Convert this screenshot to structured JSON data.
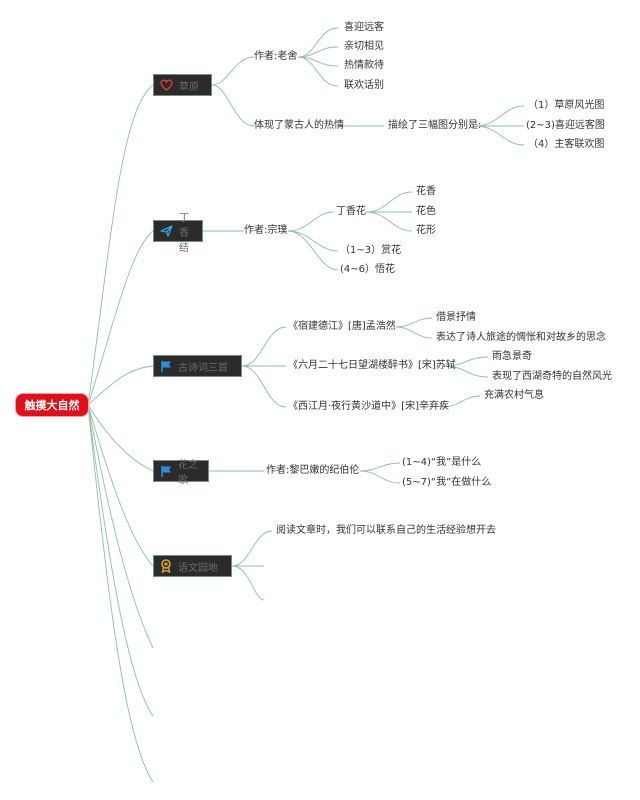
{
  "root": {
    "label": "触摸大自然"
  },
  "colors": {
    "root": "#e0101a",
    "line": "#8fbfa8",
    "node_bg": "#2b2b2b"
  },
  "branches": [
    {
      "label": "草原",
      "icon": "heart-icon",
      "author": "作者:老舍",
      "points": [
        "喜迎远客",
        "亲切相见",
        "热情款待",
        "联欢话别"
      ],
      "theme": "体现了蒙古人的热情",
      "desc": "描绘了三幅图分别是:",
      "pictures": [
        "（1）草原风光图",
        "(2~3)喜迎远客图",
        "（4）主客联欢图"
      ]
    },
    {
      "label": "丁香结",
      "icon": "paper-plane-icon",
      "author": "作者:宗璞",
      "sub": "丁香花",
      "sub_items": [
        "花香",
        "花色",
        "花形"
      ],
      "parts": [
        "（1~3）赏花",
        "(4~6）悟花"
      ]
    },
    {
      "label": "古诗词三首",
      "icon": "flag-icon",
      "poems": [
        {
          "title": "《宿建德江》[唐]孟浩然",
          "notes": [
            "借景抒情",
            "表达了诗人旅途的惆怅和对故乡的思念"
          ]
        },
        {
          "title": "《六月二十七日望湖楼醉书》[宋]苏轼",
          "notes": [
            "雨急景奇",
            "表现了西湖奇特的自然风光"
          ]
        },
        {
          "title": "《西江月·夜行黄沙道中》[宋]辛弃疾",
          "notes": [
            "充满农村气息"
          ]
        }
      ]
    },
    {
      "label": "花之歌",
      "icon": "flag-icon",
      "author": "作者:黎巴嫩的纪伯伦",
      "parts": [
        "(1~4)“我”是什么",
        "(5~7)“我”在做什么"
      ]
    },
    {
      "label": "语文园地",
      "icon": "award-medal-icon",
      "note": "阅读文章时，我们可以联系自己的生活经验想开去"
    }
  ]
}
